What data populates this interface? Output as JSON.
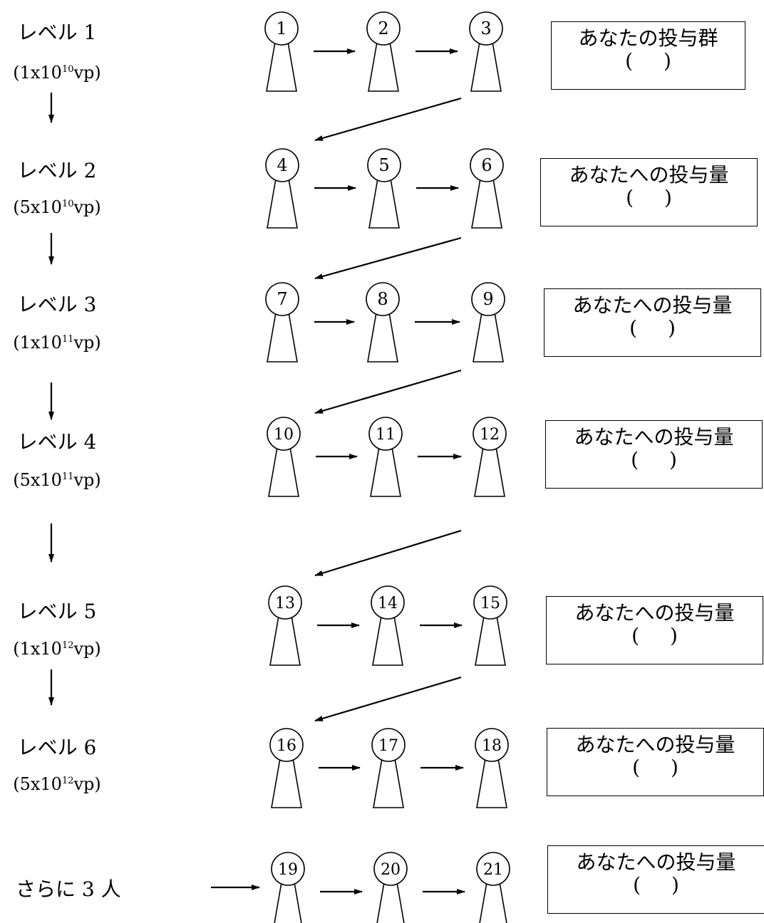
{
  "levels": [
    {
      "name": "レベル 1",
      "dose_prefix": "(1x10",
      "dose_exp": "10",
      "dose_unit": "vp)",
      "box_label": "あなたの投与群",
      "blank": "( )",
      "subjects": [
        "1",
        "2",
        "3"
      ]
    },
    {
      "name": "レベル 2",
      "dose_prefix": "(5x10",
      "dose_exp": "10",
      "dose_unit": "vp)",
      "box_label": "あなたへの投与量",
      "blank": "( )",
      "subjects": [
        "4",
        "5",
        "6"
      ]
    },
    {
      "name": "レベル 3",
      "dose_prefix": "(1x10",
      "dose_exp": "11",
      "dose_unit": "vp)",
      "box_label": "あなたへの投与量",
      "blank": "( )",
      "subjects": [
        "7",
        "8",
        "9"
      ]
    },
    {
      "name": "レベル 4",
      "dose_prefix": "(5x10",
      "dose_exp": "11",
      "dose_unit": "vp)",
      "box_label": "あなたへの投与量",
      "blank": "( )",
      "subjects": [
        "10",
        "11",
        "12"
      ]
    },
    {
      "name": "レベル 5",
      "dose_prefix": "(1x10",
      "dose_exp": "12",
      "dose_unit": "vp)",
      "box_label": "あなたへの投与量",
      "blank": "( )",
      "subjects": [
        "13",
        "14",
        "15"
      ]
    },
    {
      "name": "レベル 6",
      "dose_prefix": "(5x10",
      "dose_exp": "12",
      "dose_unit": "vp)",
      "box_label": "あなたへの投与量",
      "blank": "( )",
      "subjects": [
        "16",
        "17",
        "18"
      ]
    }
  ],
  "extra": {
    "label": "さらに 3 人",
    "box_label": "あなたへの投与量",
    "blank": "( )",
    "subjects": [
      "19",
      "20",
      "21"
    ]
  }
}
